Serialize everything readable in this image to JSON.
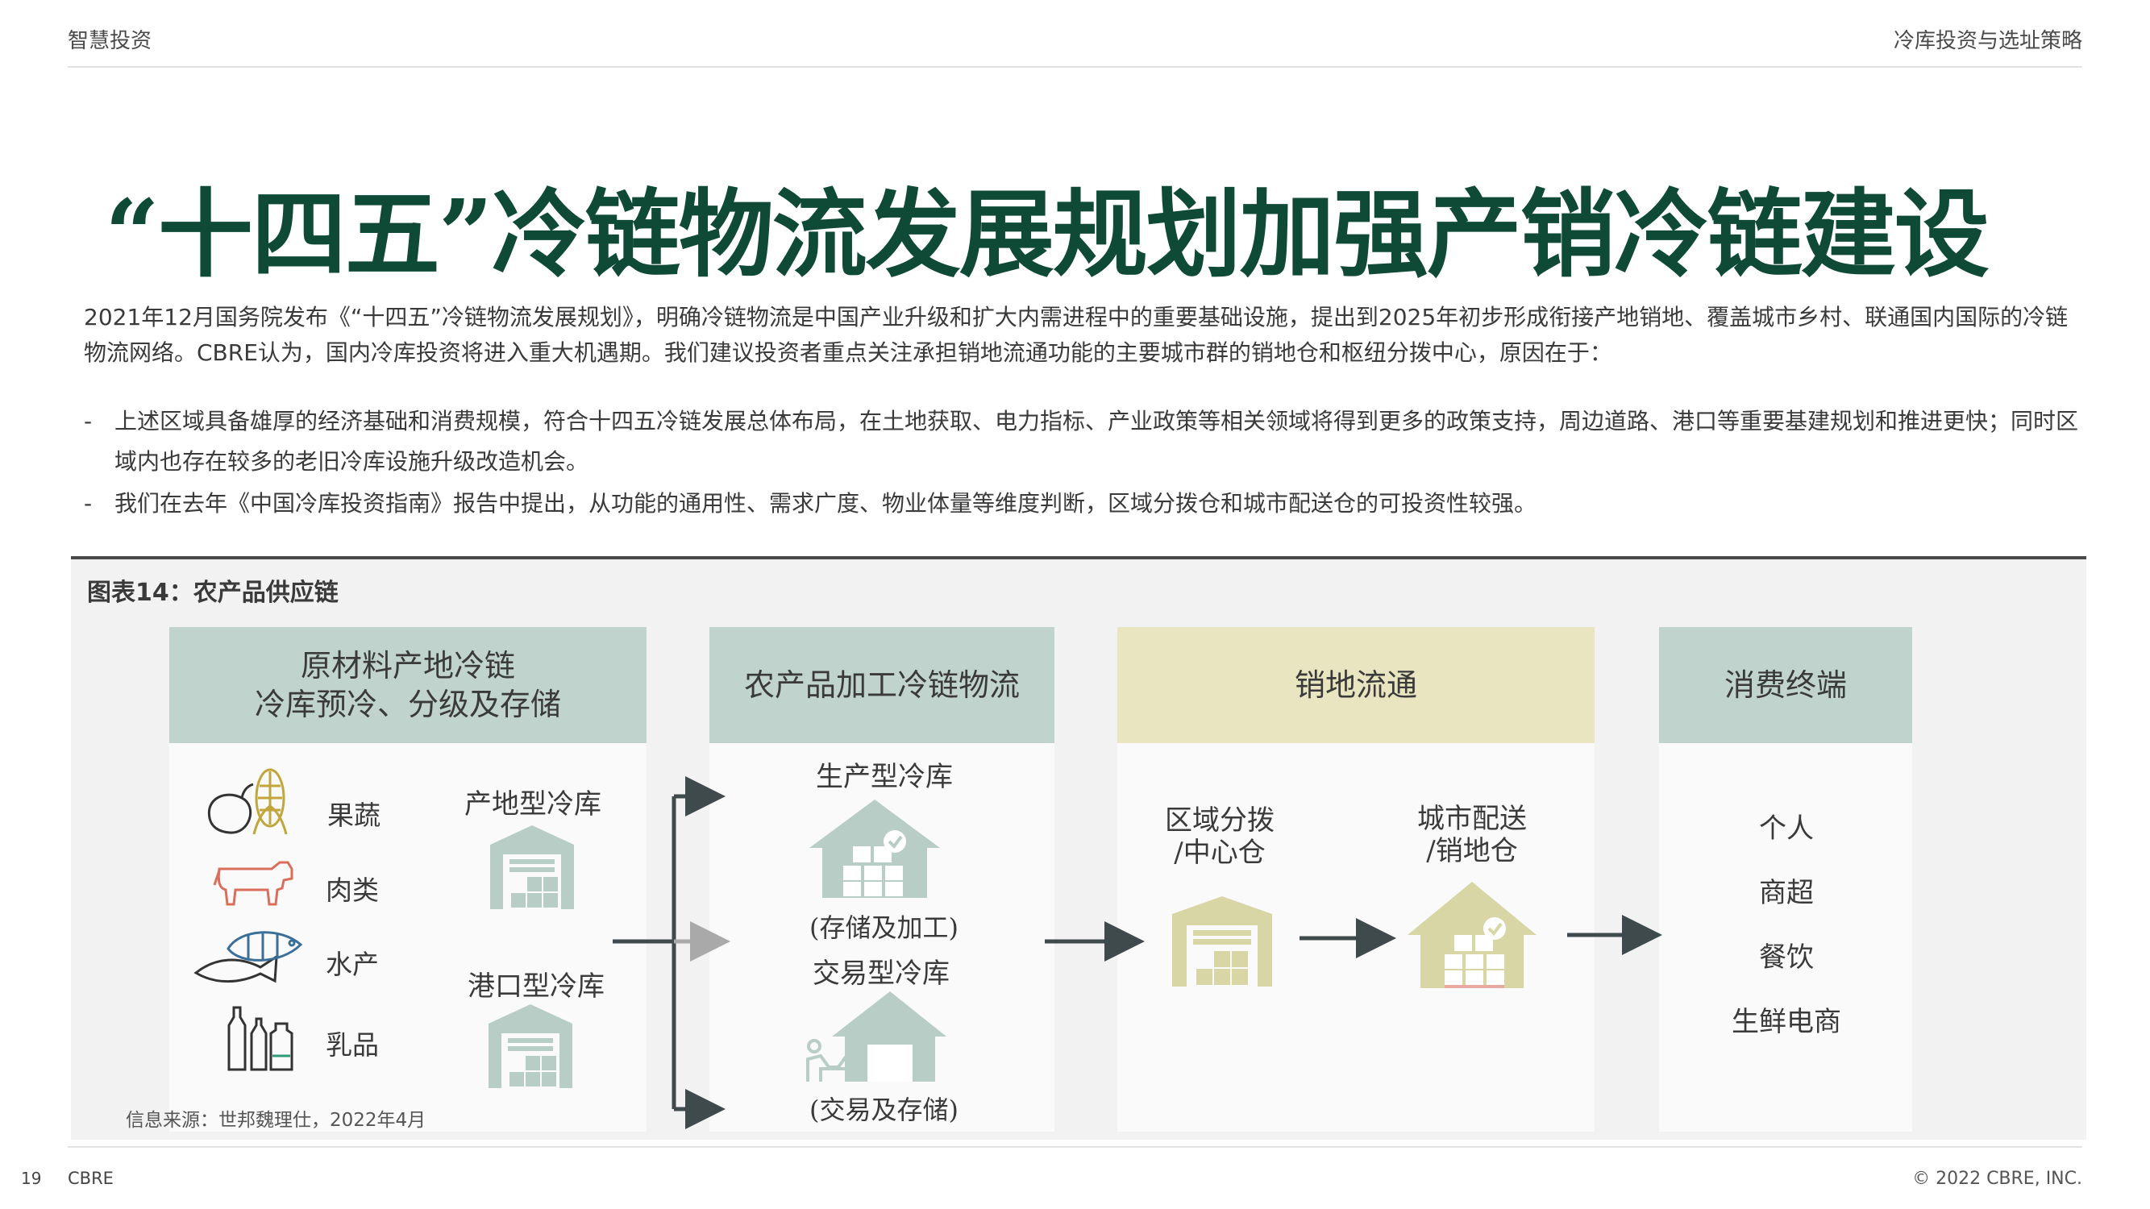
{
  "header": {
    "left": "智慧投资",
    "right": "冷库投资与选址策略"
  },
  "title": "“十四五”冷链物流发展规划加强产销冷链建设",
  "intro": "2021年12月国务院发布《“十四五”冷链物流发展规划》，明确冷链物流是中国产业升级和扩大内需进程中的重要基础设施，提出到2025年初步形成衔接产地销地、覆盖城市乡村、联通国内国际的冷链物流网络。CBRE认为，国内冷库投资将进入重大机遇期。我们建议投资者重点关注承担销地流通功能的主要城市群的销地仓和枢纽分拨中心，原因在于：",
  "bullets": [
    {
      "dash": "-",
      "text": "上述区域具备雄厚的经济基础和消费规模，符合十四五冷链发展总体布局，在土地获取、电力指标、产业政策等相关领域将得到更多的政策支持，周边道路、港口等重要基建规划和推进更快；同时区域内也存在较多的老旧冷库设施升级改造机会。"
    },
    {
      "dash": "-",
      "text": "我们在去年《中国冷库投资指南》报告中提出，从功能的通用性、需求广度、物业体量等维度判断，区域分拨仓和城市配送仓的可投资性较强。"
    }
  ],
  "figure": {
    "title": "图表14：农产品供应链",
    "columns": [
      {
        "heading_line1": "原材料产地冷链",
        "heading_line2": "冷库预冷、分级及存储",
        "products": [
          "果蔬",
          "肉类",
          "水产",
          "乳品"
        ],
        "warehouses": [
          "产地型冷库",
          "港口型冷库"
        ]
      },
      {
        "heading": "农产品加工冷链物流",
        "items": [
          {
            "name": "生产型冷库",
            "note": "(存储及加工)"
          },
          {
            "name": "交易型冷库",
            "note": "(交易及存储)"
          }
        ]
      },
      {
        "heading": "销地流通",
        "items": [
          {
            "line1": "区域分拨",
            "line2": "/中心仓"
          },
          {
            "line1": "城市配送",
            "line2": "/销地仓"
          }
        ]
      },
      {
        "heading": "消费终端",
        "items": [
          "个人",
          "商超",
          "餐饮",
          "生鲜电商"
        ]
      }
    ],
    "source": "信息来源：世邦魏理仕，2022年4月",
    "colors": {
      "teal_header": "#c0d3cc",
      "olive_header": "#e8e5c0",
      "teal_icon": "#b9cdc7",
      "olive_icon": "#d9d6a6",
      "arrow": "#3f4a4d"
    }
  },
  "footer": {
    "page": "19",
    "brand": "CBRE",
    "copyright": "© 2022 CBRE, INC."
  }
}
